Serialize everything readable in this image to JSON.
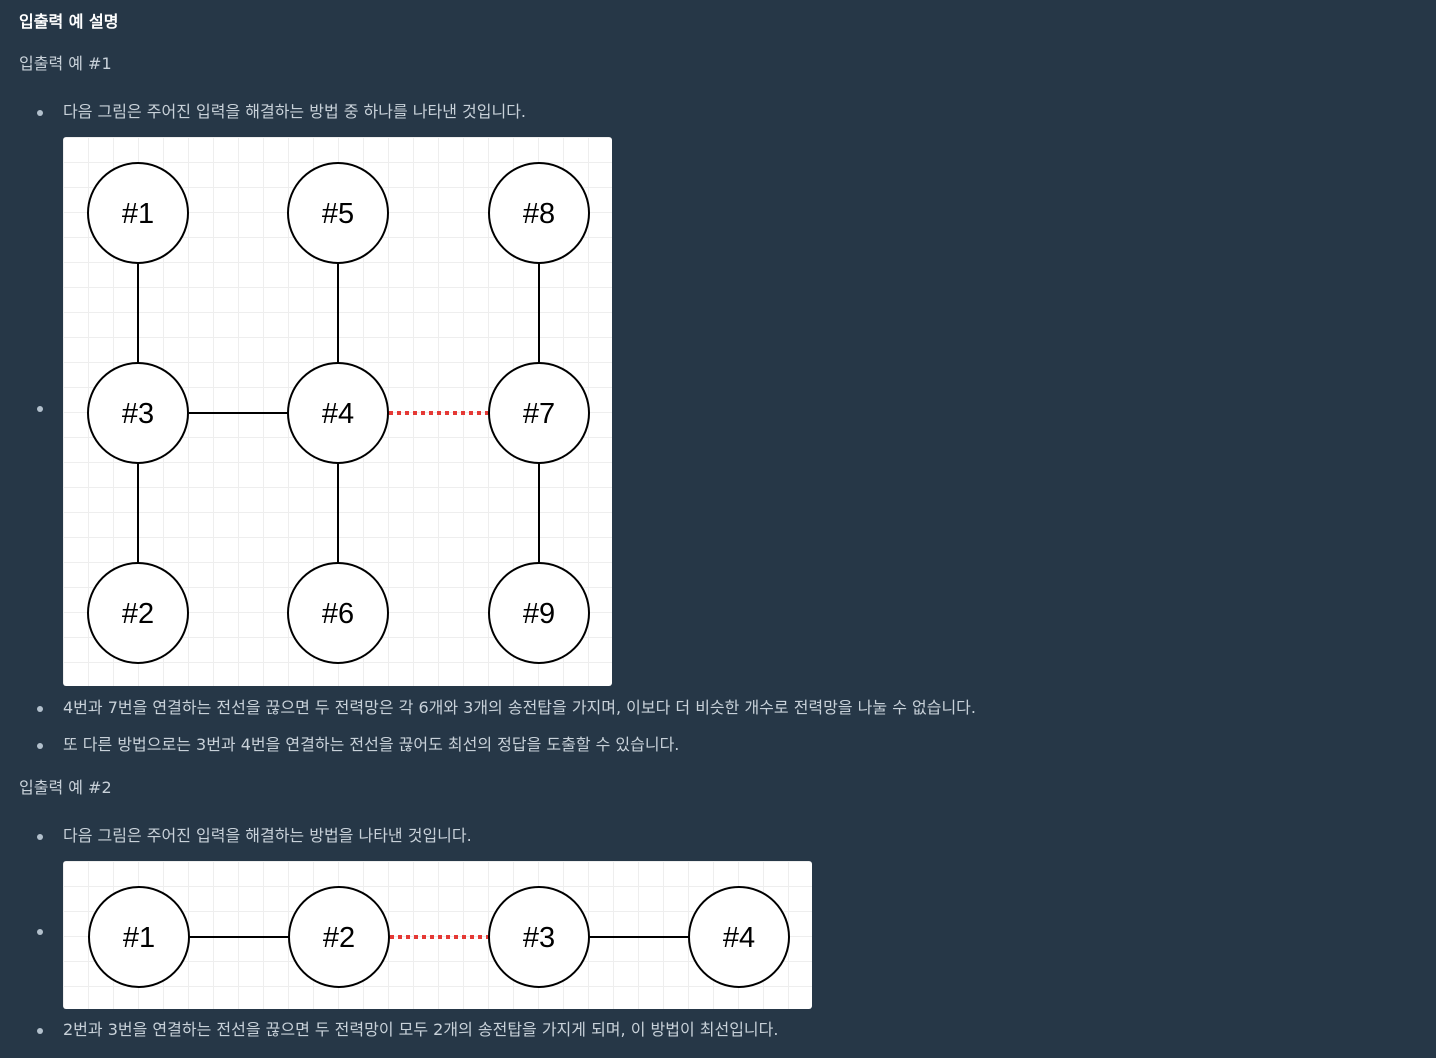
{
  "section_title": "입출력 예 설명",
  "example1": {
    "title": "입출력 예 #1",
    "bullets": [
      "다음 그림은 주어진 입력을 해결하는 방법 중 하나를 나타낸 것입니다.",
      "4번과 7번을 연결하는 전선을 끊으면 두 전력망은 각 6개와 3개의 송전탑을 가지며, 이보다 더 비슷한 개수로 전력망을 나눌 수 없습니다.",
      "또 다른 방법으로는 3번과 4번을 연결하는 전선을 끊어도 최선의 정답을 도출할 수 있습니다."
    ],
    "nodes": [
      "#1",
      "#5",
      "#8",
      "#3",
      "#4",
      "#7",
      "#2",
      "#6",
      "#9"
    ],
    "cut_color": "#e53935"
  },
  "example2": {
    "title": "입출력 예 #2",
    "bullets": [
      "다음 그림은 주어진 입력을 해결하는 방법을 나타낸 것입니다.",
      "2번과 3번을 연결하는 전선을 끊으면 두 전력망이 모두 2개의 송전탑을 가지게 되며, 이 방법이 최선입니다."
    ],
    "nodes": [
      "#1",
      "#2",
      "#3",
      "#4"
    ],
    "cut_color": "#e53935"
  }
}
